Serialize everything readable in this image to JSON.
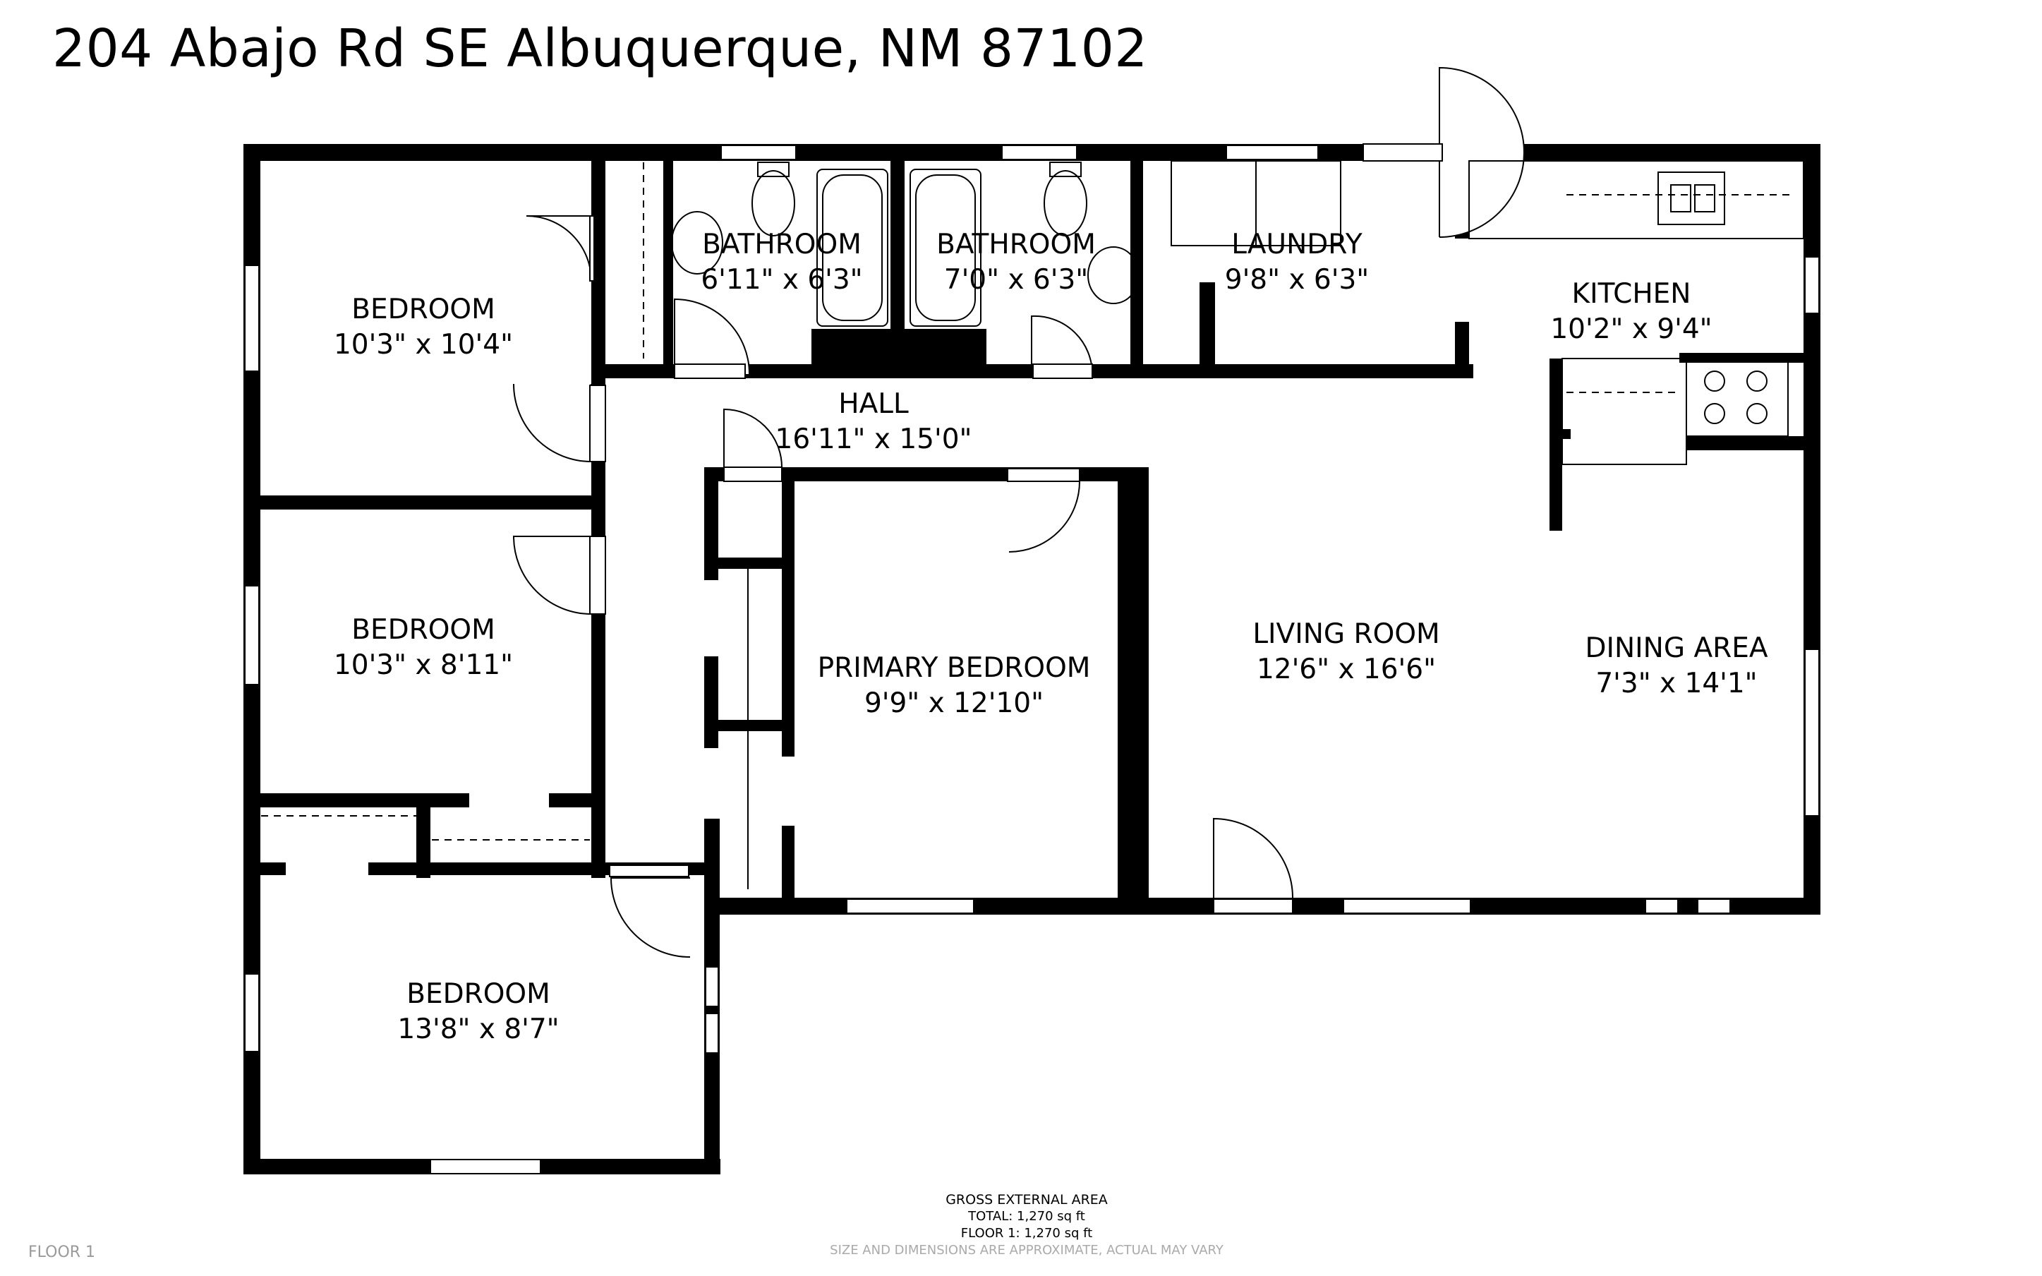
{
  "title": "204 Abajo Rd SE Albuquerque, NM 87102",
  "rooms": [
    {
      "id": "bedroom-1",
      "name": "BEDROOM",
      "size": "10'3\" x 10'4\""
    },
    {
      "id": "bathroom-1",
      "name": "BATHROOM",
      "size": "6'11\" x 6'3\""
    },
    {
      "id": "bathroom-2",
      "name": "BATHROOM",
      "size": "7'0\" x 6'3\""
    },
    {
      "id": "laundry",
      "name": "LAUNDRY",
      "size": "9'8\" x 6'3\""
    },
    {
      "id": "kitchen",
      "name": "KITCHEN",
      "size": "10'2\" x 9'4\""
    },
    {
      "id": "hall",
      "name": "HALL",
      "size": "16'11\" x 15'0\""
    },
    {
      "id": "bedroom-2",
      "name": "BEDROOM",
      "size": "10'3\" x 8'11\""
    },
    {
      "id": "primary-bedroom",
      "name": "PRIMARY BEDROOM",
      "size": "9'9\" x 12'10\""
    },
    {
      "id": "living-room",
      "name": "LIVING ROOM",
      "size": "12'6\" x 16'6\""
    },
    {
      "id": "dining-area",
      "name": "DINING AREA",
      "size": "7'3\" x 14'1\""
    },
    {
      "id": "bedroom-3",
      "name": "BEDROOM",
      "size": "13'8\" x 8'7\""
    }
  ],
  "area": {
    "heading": "GROSS EXTERNAL AREA",
    "total": "TOTAL: 1,270 sq ft",
    "floor1": "FLOOR 1: 1,270 sq ft",
    "disclaimer": "SIZE AND DIMENSIONS ARE APPROXIMATE, ACTUAL MAY VARY"
  },
  "floor_label": "FLOOR 1",
  "colors": {
    "wall": "#000000",
    "fixture": "#888888",
    "background": "#ffffff"
  }
}
